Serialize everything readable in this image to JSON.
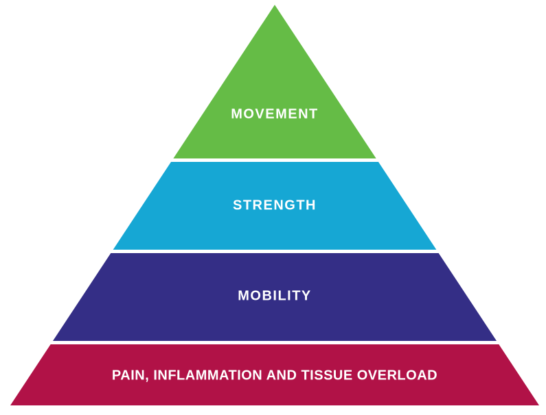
{
  "diagram": {
    "type": "pyramid",
    "background_color": "#ffffff",
    "divider_color": "#ffffff",
    "text_color": "#ffffff",
    "layers": [
      {
        "label": "MOVEMENT",
        "color": "#65BC46",
        "position": "top"
      },
      {
        "label": "STRENGTH",
        "color": "#16A7D4",
        "position": "second"
      },
      {
        "label": "MOBILITY",
        "color": "#342E86",
        "position": "third"
      },
      {
        "label": "PAIN, INFLAMMATION AND TISSUE OVERLOAD",
        "color": "#B11247",
        "position": "base"
      }
    ]
  }
}
